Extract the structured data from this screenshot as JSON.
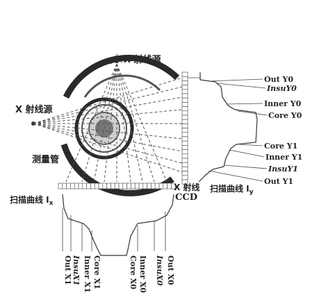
{
  "source_top": "X 射线源",
  "source_left": "X 射线源",
  "tube_label": "测量管",
  "ccd_label_x": "X 射线",
  "ccd_label": "CCD",
  "scan_curve_y": "扫描曲线 I",
  "scan_curve_y_sub": "y",
  "scan_curve_x": "扫描曲线 I",
  "scan_curve_x_sub": "x",
  "y_labels": [
    "Out Y0",
    "InsuY0",
    "Inner Y0",
    "Core Y0",
    "Core Y1",
    "Inner Y1",
    "InsuY1",
    "Out Y1"
  ],
  "x_labels": [
    "Out X1",
    "InsuX1",
    "Inner X1",
    "Core X1",
    "Core X0",
    "Inner X0",
    "InsuX0",
    "Out X0"
  ],
  "colors": {
    "ring": "#2a2a2a",
    "core": "#888888",
    "ink": "#222222"
  }
}
